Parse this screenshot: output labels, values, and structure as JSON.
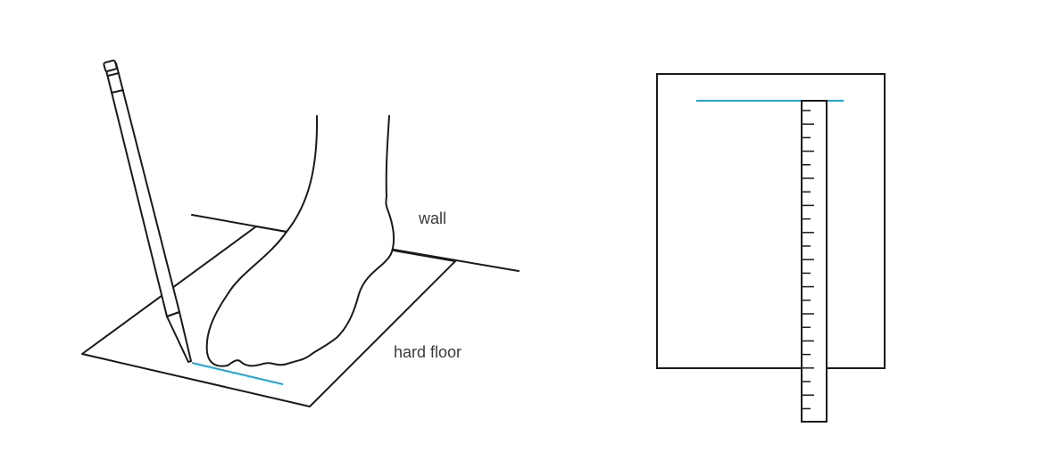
{
  "labels": {
    "wall": "wall",
    "floor": "hard floor"
  },
  "colors": {
    "line": "#1a1a1a",
    "accent": "#1ba9dc",
    "background": "#ffffff"
  },
  "ruler": {
    "tick_count": 23
  }
}
